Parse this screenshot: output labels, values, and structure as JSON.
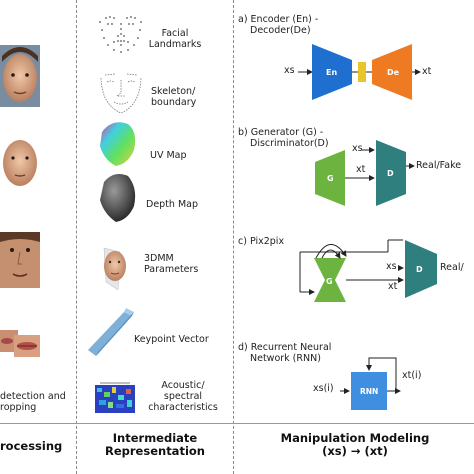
{
  "left_column": {
    "caption_line1": "detection and",
    "caption_line2": "ropping",
    "header": "rocessing"
  },
  "middle_column": {
    "header_line1": "Intermediate",
    "header_line2": "Representation",
    "items": [
      {
        "line1": "Facial",
        "line2": "Landmarks"
      },
      {
        "line1": "Skeleton/",
        "line2": "boundary"
      },
      {
        "line1": "UV Map",
        "line2": ""
      },
      {
        "line1": "Depth Map",
        "line2": ""
      },
      {
        "line1": "3DMM",
        "line2": "Parameters"
      },
      {
        "line1": "Keypoint Vector",
        "line2": ""
      },
      {
        "line1": "Acoustic/",
        "line2": "spectral",
        "line3": "characteristics"
      }
    ]
  },
  "right_column": {
    "header_line1": "Manipulation Modeling",
    "header_line2": "(xs) → (xt)",
    "a": {
      "title_line1": "a) Encoder (En) -",
      "title_line2": "Decoder(De)",
      "enc": "En",
      "dec": "De",
      "in": "xs",
      "out": "xt"
    },
    "b": {
      "title_line1": "b) Generator (G) -",
      "title_line2": "Discriminator(D)",
      "gen": "G",
      "disc": "D",
      "in_s": "xs",
      "in_t": "xt",
      "out": "Real/Fake"
    },
    "c": {
      "title": "c) Pix2pix",
      "gen": "G",
      "disc": "D",
      "in_s": "xs",
      "in_t": "xt",
      "out": "Real/"
    },
    "d": {
      "title_line1": "d) Recurrent Neural",
      "title_line2": "Network (RNN)",
      "block": "RNN",
      "in": "xs(i)",
      "out": "xt(i)"
    }
  },
  "colors": {
    "encoder": "#1f6fd0",
    "decoder": "#ee7a22",
    "latent": "#e8c52a",
    "generator": "#6db33f",
    "discriminator": "#2f7f7f",
    "rnn": "#3f8fe0"
  }
}
